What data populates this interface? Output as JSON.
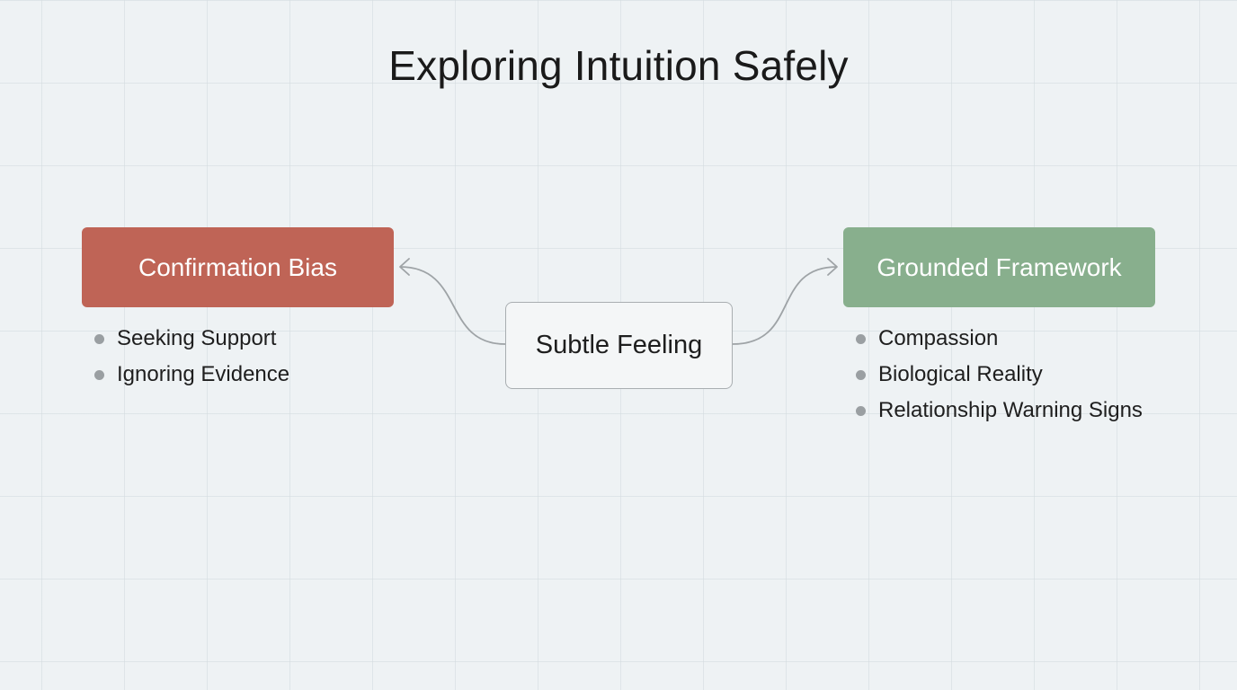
{
  "title": "Exploring Intuition Safely",
  "nodes": {
    "center": {
      "label": "Subtle Feeling"
    },
    "left": {
      "label": "Confirmation Bias",
      "color": "#bf6456",
      "items": [
        "Seeking Support",
        "Ignoring Evidence"
      ]
    },
    "right": {
      "label": "Grounded Framework",
      "color": "#88af8d",
      "items": [
        "Compassion",
        "Biological Reality",
        "Relationship Warning Signs"
      ]
    }
  },
  "colors": {
    "background": "#eef2f4",
    "connector": "#9ea3a6",
    "bullet": "#9a9fa2"
  }
}
